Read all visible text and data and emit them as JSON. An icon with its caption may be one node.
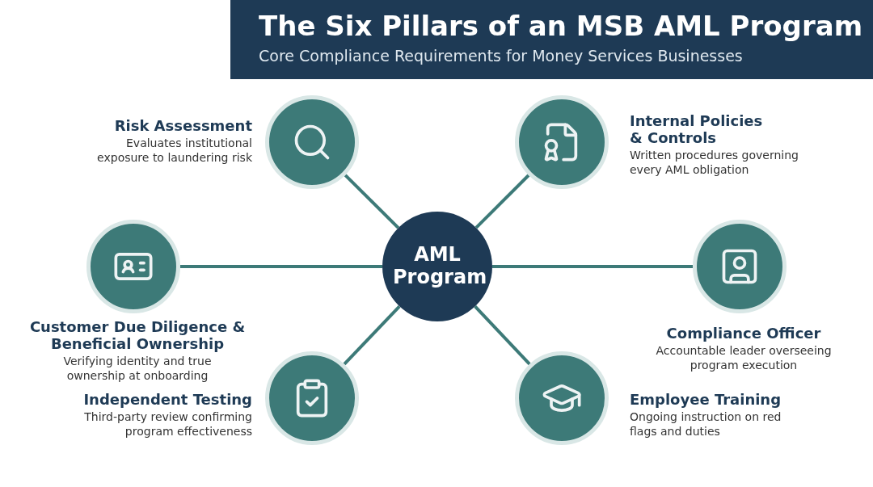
{
  "diagram": {
    "title": "The Six Pillars of an MSB AML Program",
    "nodes": [
      {
        "text": [
          "AML Program"
        ]
      },
      {
        "text": [
          "Risk Assessment",
          "Evaluates institutional exposure to laundering risk"
        ]
      },
      {
        "text": [
          "Internal Policies & Controls",
          "Written procedures governing every AML obligation"
        ]
      },
      {
        "text": [
          "Customer Due Diligence & Beneficial Ownership",
          "Verifying identity and true ownership at onboarding"
        ]
      },
      {
        "text": [
          "Compliance Officer",
          "Accountable leader overseeing program execution"
        ]
      },
      {
        "text": [
          "Independent Testing",
          "Third-party review confirming program effectiveness"
        ]
      },
      {
        "text": [
          "Employee Training",
          "Ongoing instruction on red flags and duties"
        ]
      }
    ],
    "edges": [
      {
        "from": 0,
        "to": 1,
        "arrow": "none"
      },
      {
        "from": 0,
        "to": 2,
        "arrow": "none"
      },
      {
        "from": 0,
        "to": 3,
        "arrow": "none"
      },
      {
        "from": 0,
        "to": 4,
        "arrow": "none"
      },
      {
        "from": 0,
        "to": 5,
        "arrow": "none"
      },
      {
        "from": 0,
        "to": 6,
        "arrow": "none"
      }
    ],
    "labels": [
      "Core Compliance Requirements for Money Services Businesses"
    ]
  }
}
